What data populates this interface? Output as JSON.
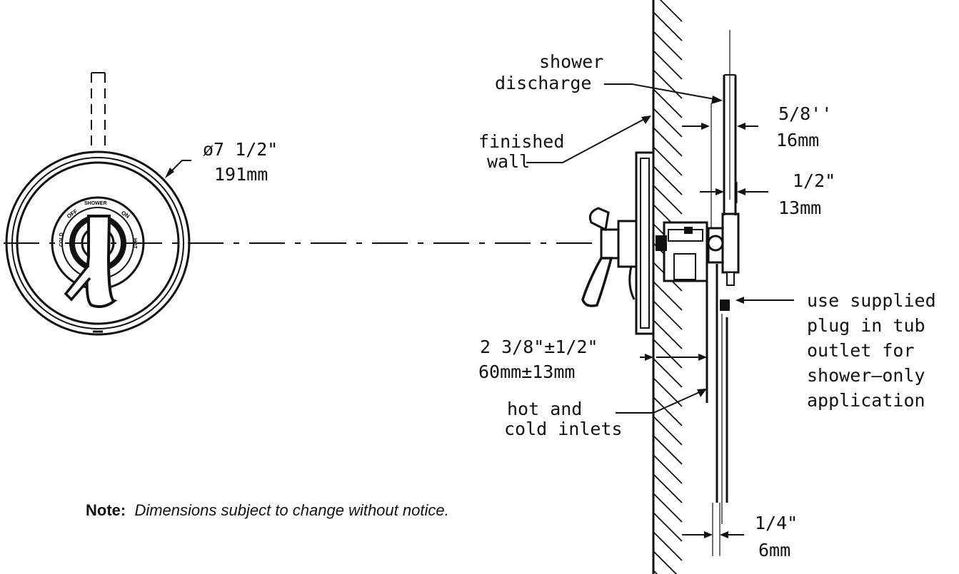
{
  "labels": {
    "diameter_in": "ø7 1/2\"",
    "diameter_mm": "191mm",
    "shower_line1": "shower",
    "shower_line2": "discharge",
    "finished_line1": "finished",
    "finished_line2": "wall",
    "dim_58_in": "5/8''",
    "dim_58_mm": "16mm",
    "dim_12_in": "1/2\"",
    "dim_12_mm": "13mm",
    "plug_line1": "use supplied",
    "plug_line2": "plug in tub",
    "plug_line3": "outlet for",
    "plug_line4": "shower—only",
    "plug_line5": "application",
    "dim_238_in": "2 3/8\"±1/2\"",
    "dim_238_mm": "60mm±13mm",
    "inlets_line1": "hot and",
    "inlets_line2": "cold inlets",
    "dim_14_in": "1/4\"",
    "dim_14_mm": "6mm"
  },
  "dial_marks": {
    "off": "OFF",
    "top": "SHOWER",
    "on": "ON",
    "left": "COLD",
    "right": "HOT"
  },
  "note": {
    "label": "Note:",
    "text": "Dimensions subject to change without notice."
  }
}
